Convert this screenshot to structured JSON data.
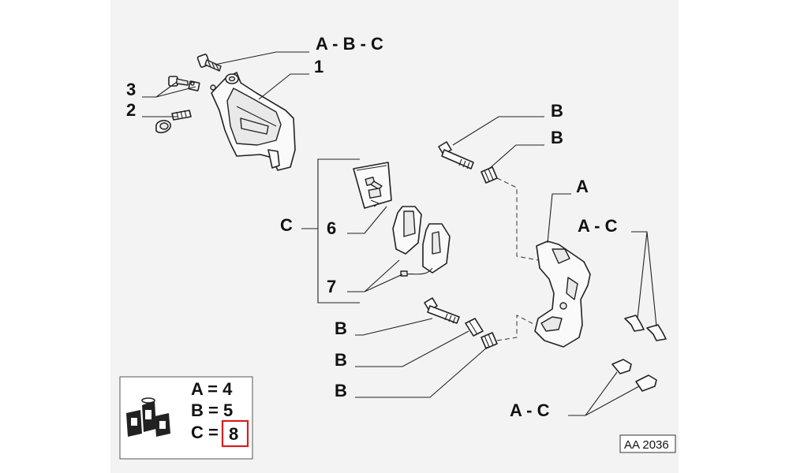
{
  "callouts": {
    "abc_top": "A - B - C",
    "n1": "1",
    "n3": "3",
    "n2": "2",
    "b_pin_top": "B",
    "b_bush_top": "B",
    "a_bracket": "A",
    "ac_clips_top": "A - C",
    "c_group": "C",
    "n6": "6",
    "n7": "7",
    "b_pin_bottom": "B",
    "b_bush_mid": "B",
    "b_bush_bottom": "B",
    "ac_clips_bottom": "A - C"
  },
  "legend": {
    "a_line": "A = 4",
    "b_line": "B = 5",
    "c_prefix": "C =",
    "c_value": "8",
    "highlight_color": "#d81e1e"
  },
  "reference": "AA 2036",
  "icons": [
    "parts-kit-boxes-icon"
  ]
}
